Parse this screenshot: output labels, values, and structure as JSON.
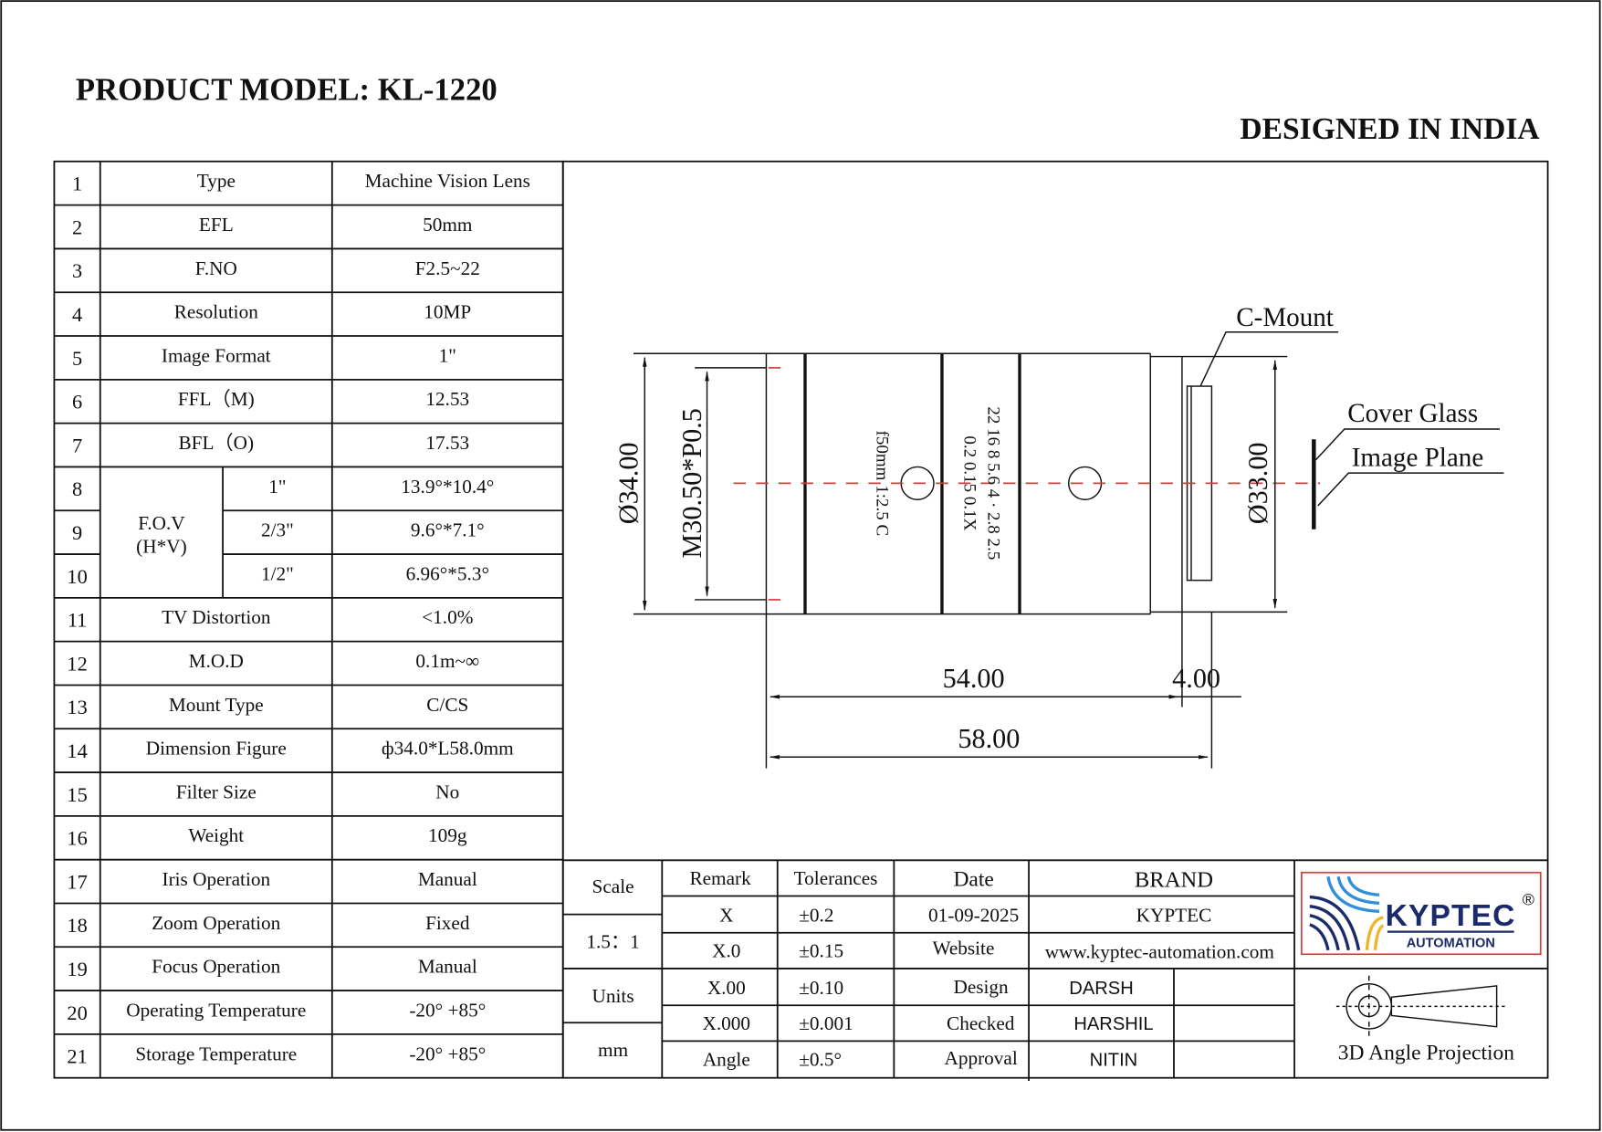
{
  "header": {
    "title": "PRODUCT MODEL:  KL-1220",
    "origin": "DESIGNED IN INDIA"
  },
  "specs": [
    {
      "no": "1",
      "label": "Type",
      "value": "Machine Vision Lens"
    },
    {
      "no": "2",
      "label": "EFL",
      "value": "50mm"
    },
    {
      "no": "3",
      "label": "F.NO",
      "value": "F2.5~22"
    },
    {
      "no": "4",
      "label": "Resolution",
      "value": "10MP"
    },
    {
      "no": "5",
      "label": "Image Format",
      "value": "1\""
    },
    {
      "no": "6",
      "label": "FFL（M)",
      "value": "12.53"
    },
    {
      "no": "7",
      "label": "BFL（O)",
      "value": "17.53"
    },
    {
      "no": "8",
      "sub": "1\"",
      "value": "13.9°*10.4°"
    },
    {
      "no": "9",
      "sub": "2/3\"",
      "value": "9.6°*7.1°"
    },
    {
      "no": "10",
      "sub": "1/2\"",
      "value": "6.96°*5.3°"
    },
    {
      "no": "11",
      "label": "TV  Distortion",
      "value": "<1.0%"
    },
    {
      "no": "12",
      "label": "M.O.D",
      "value": "0.1m~∞"
    },
    {
      "no": "13",
      "label": "Mount Type",
      "value": "C/CS"
    },
    {
      "no": "14",
      "label": "Dimension Figure",
      "value": "ф34.0*L58.0mm"
    },
    {
      "no": "15",
      "label": "Filter Size",
      "value": "No"
    },
    {
      "no": "16",
      "label": "Weight",
      "value": "109g"
    },
    {
      "no": "17",
      "label": "Iris Operation",
      "value": "Manual"
    },
    {
      "no": "18",
      "label": "Zoom Operation",
      "value": "Fixed"
    },
    {
      "no": "19",
      "label": "Focus Operation",
      "value": "Manual"
    },
    {
      "no": "20",
      "label": "Operating Temperature",
      "value": "-20° +85°"
    },
    {
      "no": "21",
      "label": "Storage Temperature",
      "value": "-20° +85°"
    }
  ],
  "fov": {
    "label_1": "F.O.V",
    "label_2": "(H*V)"
  },
  "drawing": {
    "dia_outer": "Ø34.00",
    "thread": "M30.50*P0.5",
    "dia_mount": "Ø33.00",
    "len_body": "54.00",
    "len_mount": "4.00",
    "len_total": "58.00",
    "c_mount": "C-Mount",
    "cover_glass": "Cover Glass",
    "image_plane": "Image Plane",
    "lens_marking": "f50mm  1:2.5 C",
    "aperture_scale": "22 16 8 5.6 4  ·  2.8 2.5",
    "focus_scale": "0.2          0.15           0.1X"
  },
  "title_block": {
    "scale_label": "Scale",
    "scale_value": "1.5：1",
    "units_label": "Units",
    "units_value": "mm",
    "remark_header": "Remark",
    "tolerances_header": "Tolerances",
    "tolerances": [
      {
        "remark": "X",
        "tol": "±0.2"
      },
      {
        "remark": "X.0",
        "tol": "±0.15"
      },
      {
        "remark": "X.00",
        "tol": "±0.10"
      },
      {
        "remark": "X.000",
        "tol": "±0.001"
      },
      {
        "remark": "Angle",
        "tol": "±0.5°"
      }
    ],
    "date_label": "Date",
    "date_value": "01-09-2025",
    "brand_label": "BRAND",
    "brand_value": "KYPTEC",
    "website_label": "Website",
    "website_value": "www.kyptec-automation.com",
    "design_label": "Design",
    "design_value": "DARSH",
    "checked_label": "Checked",
    "checked_value": "HARSHIL",
    "approval_label": "Approval",
    "approval_value": "NITIN",
    "logo_text": "KYPTEC",
    "logo_sub": "AUTOMATION",
    "logo_reg": "®",
    "projection_label": "3D Angle Projection"
  },
  "colors": {
    "centerline": "#d43b3b",
    "logo_navy": "#1b2a6b",
    "logo_blue": "#2f8fd8",
    "logo_yellow": "#f0b428",
    "logo_border": "#d43b3b"
  }
}
